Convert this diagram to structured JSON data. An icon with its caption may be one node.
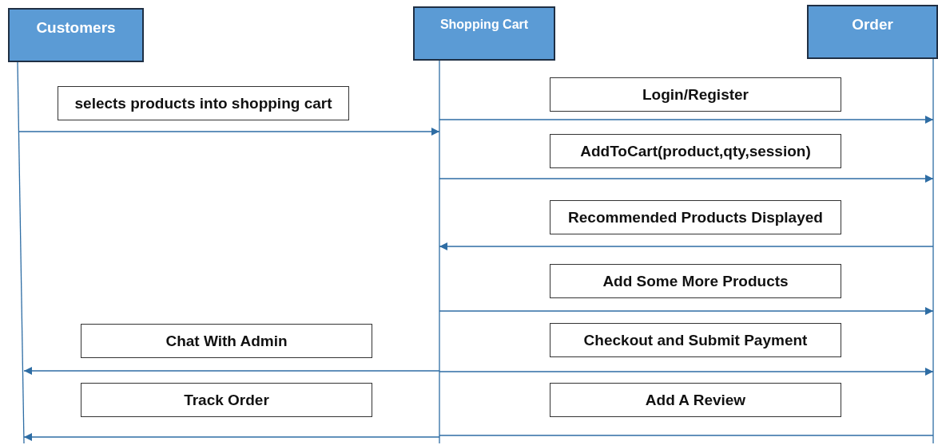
{
  "diagram": {
    "nodes": [
      {
        "text": [
          "Customers"
        ]
      },
      {
        "text": [
          "Shopping Cart"
        ]
      },
      {
        "text": [
          "Order"
        ]
      }
    ],
    "edges": [
      {
        "from": 0,
        "to": 1,
        "arrow": "to",
        "label": "selects products into shopping cart"
      },
      {
        "from": 1,
        "to": 2,
        "arrow": "to",
        "label": "Login/Register"
      },
      {
        "from": 1,
        "to": 2,
        "arrow": "to",
        "label": "AddToCart(product,qty,session)"
      },
      {
        "from": 2,
        "to": 1,
        "arrow": "to",
        "label": "Recommended Products Displayed"
      },
      {
        "from": 1,
        "to": 2,
        "arrow": "to",
        "label": "Add Some More Products"
      },
      {
        "from": 1,
        "to": 0,
        "arrow": "to",
        "label": "Chat With Admin"
      },
      {
        "from": 1,
        "to": 2,
        "arrow": "to",
        "label": "Checkout and Submit Payment"
      },
      {
        "from": 1,
        "to": 0,
        "arrow": "to",
        "label": "Track Order"
      },
      {
        "from": 2,
        "to": 1,
        "arrow": "none",
        "label": "Add A Review"
      }
    ]
  }
}
